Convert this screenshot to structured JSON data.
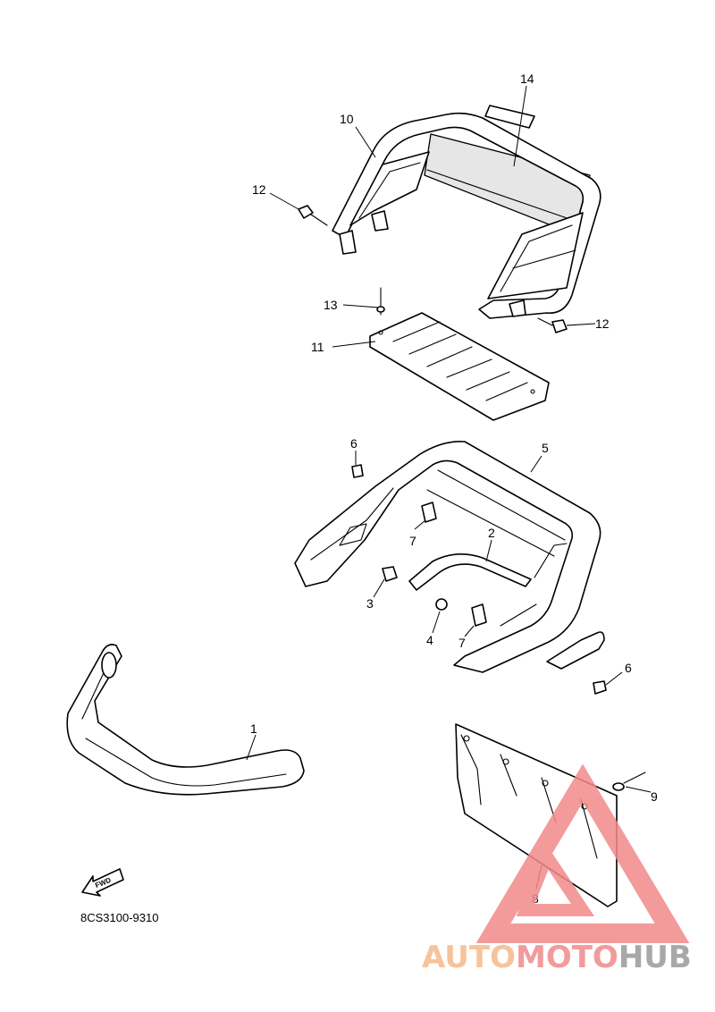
{
  "diagram_code": "8CS3100-9310",
  "fwd_label": "FWD",
  "watermark": {
    "auto": "AUTO",
    "moto": "MOTO",
    "hub": "HUB",
    "color_auto": "#f6b989",
    "color_moto": "#ef8a8a",
    "color_hub": "#9a9a9a",
    "triangle_color": "#f28a8a"
  },
  "callouts": [
    {
      "id": "c1",
      "label": "1"
    },
    {
      "id": "c2",
      "label": "2"
    },
    {
      "id": "c3",
      "label": "3"
    },
    {
      "id": "c4",
      "label": "4"
    },
    {
      "id": "c5",
      "label": "5"
    },
    {
      "id": "c6a",
      "label": "6"
    },
    {
      "id": "c6b",
      "label": "6"
    },
    {
      "id": "c7a",
      "label": "7"
    },
    {
      "id": "c7b",
      "label": "7"
    },
    {
      "id": "c8",
      "label": "8"
    },
    {
      "id": "c9",
      "label": "9"
    },
    {
      "id": "c10",
      "label": "10"
    },
    {
      "id": "c11",
      "label": "11"
    },
    {
      "id": "c12a",
      "label": "12"
    },
    {
      "id": "c12b",
      "label": "12"
    },
    {
      "id": "c13",
      "label": "13"
    },
    {
      "id": "c14",
      "label": "14"
    }
  ]
}
